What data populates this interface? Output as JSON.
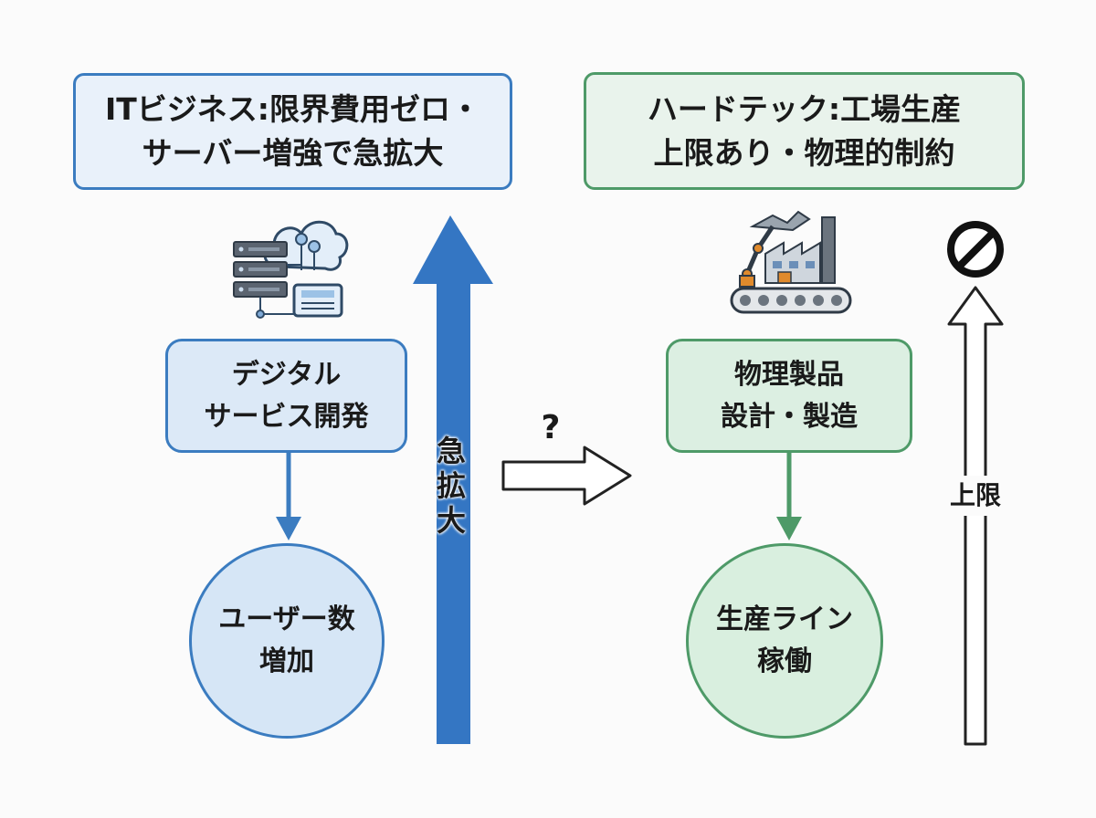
{
  "it": {
    "title_line1": "ITビジネス:限界費用ゼロ・",
    "title_line2": "サーバー増強で急拡大",
    "node_line1": "デジタル",
    "node_line2": "サービス開発",
    "circle_line1": "ユーザー数",
    "circle_line2": "増加",
    "arrow_chars": [
      "急",
      "拡",
      "大"
    ],
    "color": "#3b7cc0"
  },
  "hw": {
    "title_line1": "ハードテック:工場生産",
    "title_line2": "上限あり・物理的制約",
    "node_line1": "物理製品",
    "node_line2": "設計・製造",
    "circle_line1": "生産ライン",
    "circle_line2": "稼働",
    "limit_label": "上限",
    "color": "#4e9a68"
  },
  "transition": {
    "question": "?"
  },
  "icons": [
    "server-cloud-icon",
    "factory-icon",
    "prohibited-icon"
  ]
}
